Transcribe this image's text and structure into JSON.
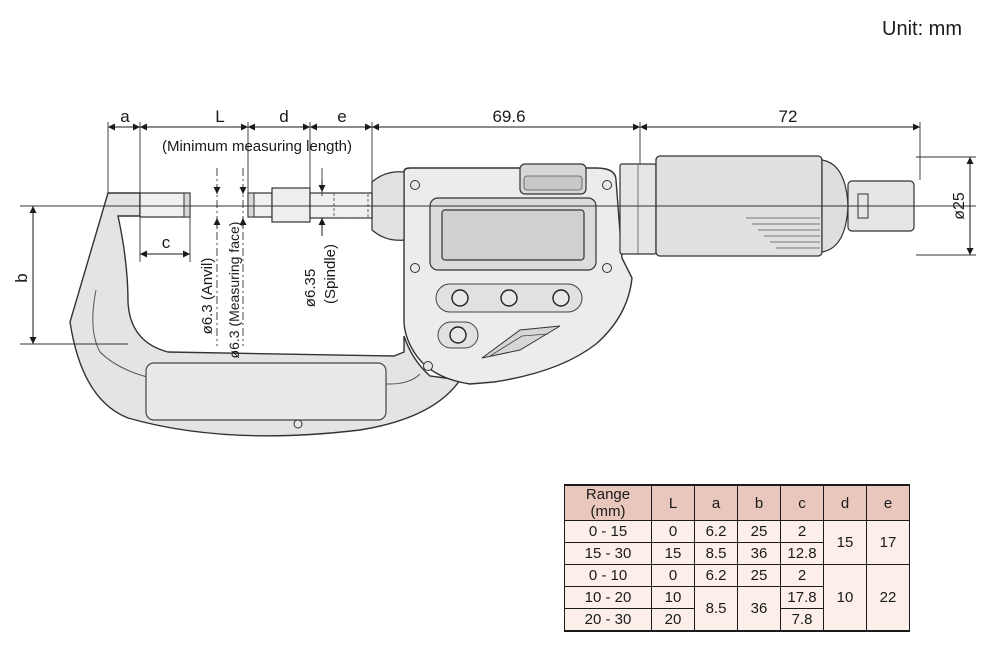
{
  "unit_label": "Unit: mm",
  "dimensions": {
    "a": "a",
    "L": "L",
    "d": "d",
    "e": "e",
    "c": "c",
    "b": "b",
    "frame_to_thimble": "69.6",
    "thimble_length": "72",
    "min_length_note": "(Minimum measuring length)",
    "diameter_thimble": "ø25",
    "anvil_dia": "ø6.3 (Anvil)",
    "face_dia": "ø6.3 (Measuring face)",
    "spindle_dia": "ø6.35",
    "spindle_word": "(Spindle)"
  },
  "table": {
    "headers": [
      "Range (mm)",
      "L",
      "a",
      "b",
      "c",
      "d",
      "e"
    ],
    "rows": [
      {
        "range": "0 - 15",
        "L": "0",
        "a": "6.2",
        "b": "25",
        "c": "2",
        "d": "15",
        "e": "17"
      },
      {
        "range": "15 - 30",
        "L": "15",
        "a": "8.5",
        "b": "36",
        "c": "12.8"
      },
      {
        "range": "0 - 10",
        "L": "0",
        "a": "6.2",
        "b": "25",
        "c": "2",
        "d": "10",
        "e": "22"
      },
      {
        "range": "10 - 20",
        "L": "10",
        "a": "8.5",
        "b": "36",
        "c": "17.8"
      },
      {
        "range": "20 - 30",
        "L": "20",
        "c": "7.8"
      }
    ]
  }
}
